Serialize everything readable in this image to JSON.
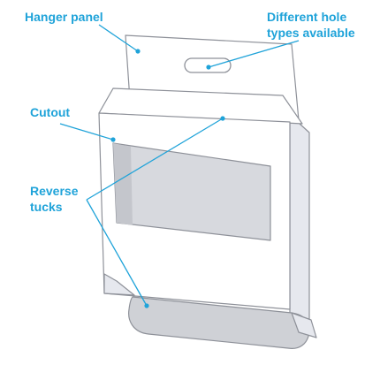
{
  "labels": {
    "hanger_panel": "Hanger panel",
    "hole_types_line1": "Different hole",
    "hole_types_line2": "types available",
    "cutout": "Cutout",
    "reverse_tucks_line1": "Reverse",
    "reverse_tucks_line2": "tucks"
  },
  "colors": {
    "accent": "#1fa3d9",
    "outline": "#8e9199",
    "panel_face": "#ffffff",
    "panel_side": "#e6e8ee",
    "window": "#d7d9de",
    "window_shade": "#c4c6cc",
    "tuck": "#cfd1d6"
  }
}
